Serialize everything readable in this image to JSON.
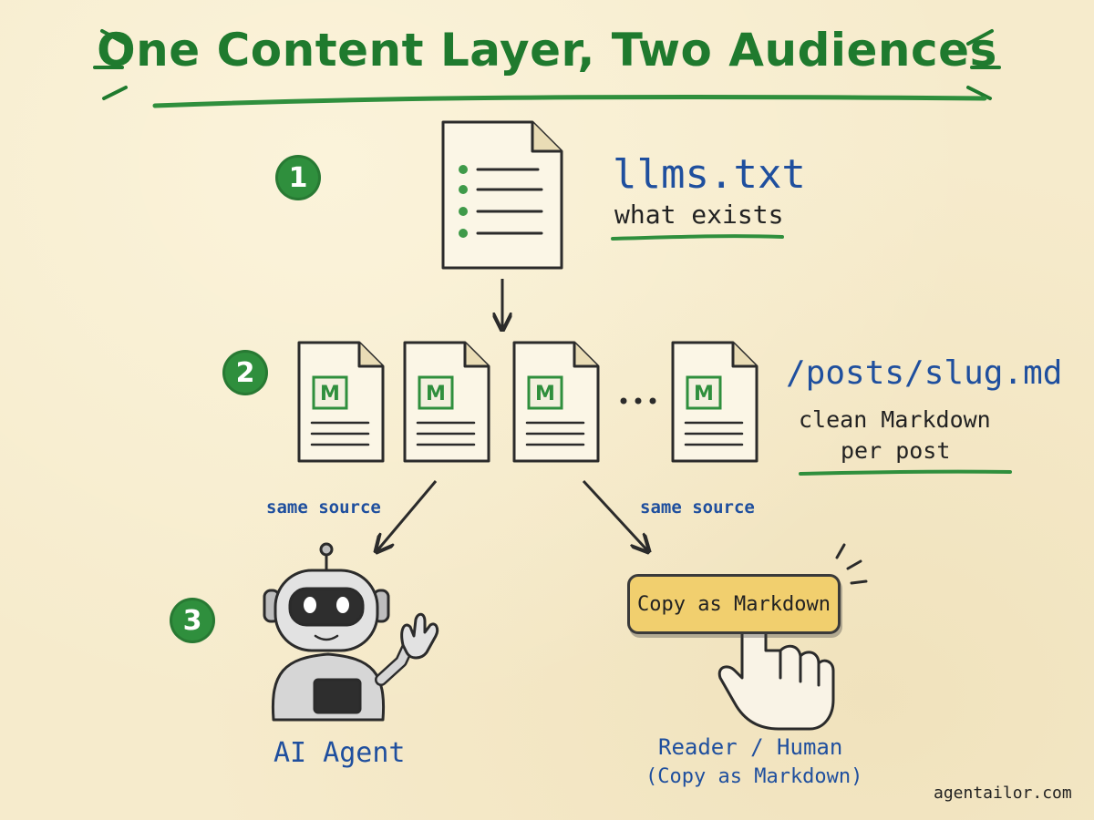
{
  "title": "One Content Layer, Two Audiences",
  "steps": [
    "1",
    "2",
    "3"
  ],
  "index_file": {
    "name": "llms.txt",
    "desc": "what exists"
  },
  "posts": {
    "name": "/posts/slug.md",
    "desc_line1": "clean Markdown",
    "desc_line2": "per post",
    "doc_badge": "M",
    "ellipsis": "..."
  },
  "arrows": {
    "left_label": "same source",
    "right_label": "same source"
  },
  "agent": {
    "label": "AI Agent"
  },
  "human": {
    "button_label": "Copy as Markdown",
    "label_line1": "Reader / Human",
    "label_line2": "(Copy as Markdown)"
  },
  "footer": {
    "site": "agentailor.com"
  },
  "colors": {
    "green": "#1f7a2e",
    "blue": "#1f4f9e",
    "button": "#f1cf6e",
    "paper": "#f6ebcc"
  },
  "icons": [
    "document-icon",
    "markdown-file-icon",
    "robot-icon",
    "pointing-hand-icon",
    "arrow-icon",
    "sparkle-icon"
  ]
}
